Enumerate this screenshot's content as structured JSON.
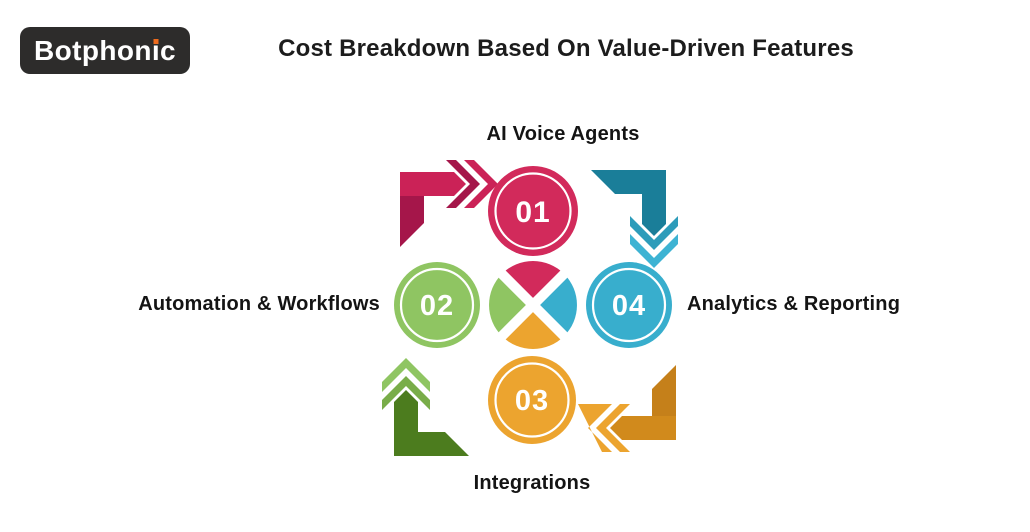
{
  "logo": {
    "text": "Botphonic",
    "text_head": "Botphon",
    "dotless_i": "ı",
    "text_tail": "c",
    "bg_color": "#2d2c2b",
    "text_color": "#ffffff",
    "dot_color": "#ee6b1d"
  },
  "title": "Cost Breakdown Based On Value-Driven Features",
  "diagram": {
    "type": "circular-cycle",
    "center_icon": "pinwheel-x",
    "features": [
      {
        "number": "01",
        "label": "AI Voice Agents",
        "position": "top",
        "color": "#d22a5b",
        "dark": "#a5164a",
        "arrow": {
          "tail": "#a5164a",
          "bar": "#cb2257",
          "chev1": "#a5164a",
          "chev2": "#cb2257"
        }
      },
      {
        "number": "02",
        "label": "Automation & Workflows",
        "position": "left",
        "color": "#8fc562",
        "dark": "#4c7c1e",
        "arrow": {
          "tail": "#4c7c1e",
          "bar": "#4c7c1e",
          "chev1": "#79ad49",
          "chev2": "#8fc562"
        }
      },
      {
        "number": "03",
        "label": "Integrations",
        "position": "bottom",
        "color": "#eca42f",
        "dark": "#c5801a",
        "arrow": {
          "tail": "#c5801a",
          "bar": "#d18a1c",
          "chev1": "#eca42f",
          "chev2": "#eca42f"
        }
      },
      {
        "number": "04",
        "label": "Analytics & Reporting",
        "position": "right",
        "color": "#38aecd",
        "dark": "#1a7e99",
        "arrow": {
          "tail": "#1a7e99",
          "bar": "#1a7e99",
          "chev1": "#2d9cba",
          "chev2": "#3db3d3"
        }
      }
    ]
  }
}
